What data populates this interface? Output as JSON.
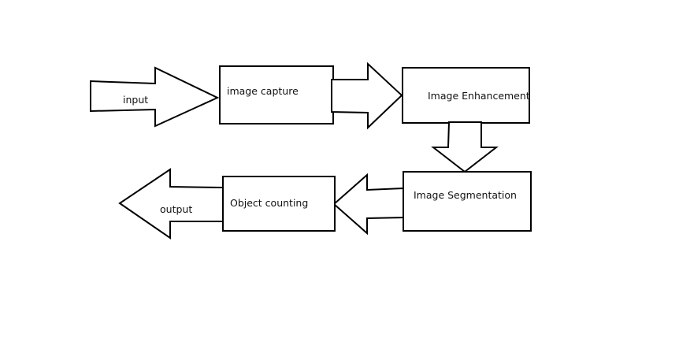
{
  "diagram": {
    "input_label": "input",
    "image_capture_label": "image capture",
    "image_enhancement_label": "Image Enhancement",
    "image_segmentation_label": "Image Segmentation",
    "object_counting_label": "Object counting",
    "output_label": "output"
  }
}
